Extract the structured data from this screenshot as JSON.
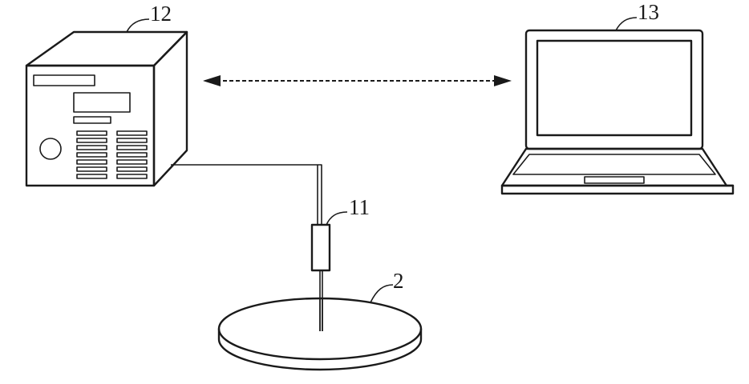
{
  "labels": {
    "power_unit": "12",
    "laptop": "13",
    "probe": "11",
    "wafer": "2"
  },
  "colors": {
    "stroke": "#1a1a1a",
    "background": "#ffffff"
  }
}
